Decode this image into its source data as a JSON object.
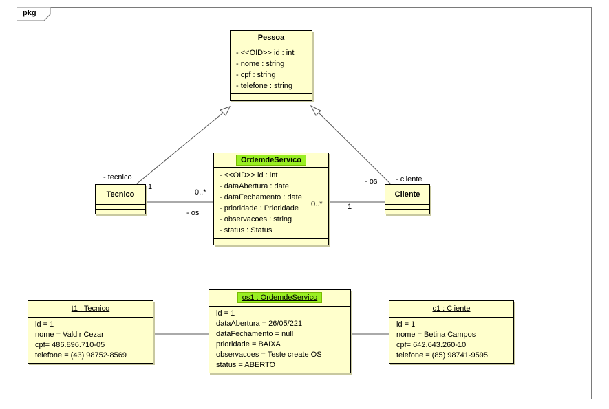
{
  "package": {
    "label": "pkg"
  },
  "classes": {
    "pessoa": {
      "name": "Pessoa",
      "attributes": [
        "- <<OID>> id : int",
        "- nome : string",
        "- cpf : string",
        "- telefone : string"
      ]
    },
    "ordem": {
      "name": "OrdemdeServico",
      "attributes": [
        "- <<OID>> id : int",
        "- dataAbertura : date",
        "- dataFechamento : date",
        "- prioridade : Prioridade",
        "- observacoes : string",
        "- status : Status"
      ]
    },
    "tecnico": {
      "name": "Tecnico"
    },
    "cliente": {
      "name": "Cliente"
    }
  },
  "associations": {
    "tecnico_role": "- tecnico",
    "tecnico_mult": "1",
    "os_mult_left": "0..*",
    "os_role_left": "- os",
    "os_role_right": "- os",
    "cliente_role": "- cliente",
    "os_mult_right": "0..*",
    "cliente_mult": "1"
  },
  "objects": {
    "t1": {
      "title": "t1 : Tecnico",
      "slots": [
        "id = 1",
        "nome = Valdir Cezar",
        "cpf= 486.896.710-05",
        "telefone = (43) 98752-8569"
      ]
    },
    "os1": {
      "title": "os1 : OrdemdeServico",
      "slots": [
        "id = 1",
        "dataAbertura = 26/05/221",
        "dataFechamento = null",
        "prioridade = BAIXA",
        "observacoes = Teste create OS",
        "status = ABERTO"
      ]
    },
    "c1": {
      "title": "c1 : Cliente",
      "slots": [
        "id = 1",
        "nome = Betina Campos",
        "cpf= 642.643.260-10",
        "telefone = (85) 98741-9595"
      ]
    }
  }
}
